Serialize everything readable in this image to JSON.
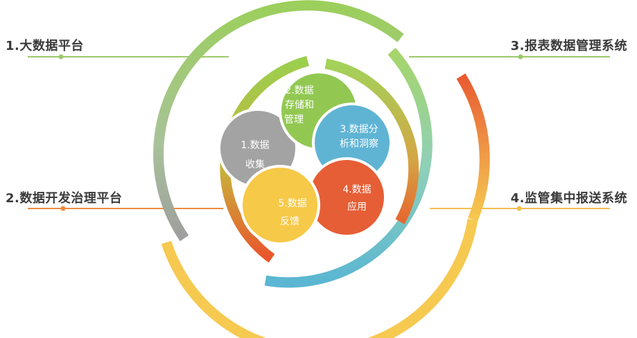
{
  "left_labels": [
    {
      "text": "1.大数据平台",
      "color": "#9cc86a"
    },
    {
      "text": "2.数据开发治理平台",
      "color": "#ec8a3e"
    }
  ],
  "right_labels": [
    {
      "text": "3.报表数据管理系统",
      "color": "#9cc86a"
    },
    {
      "text": "4.监管集中报送系统",
      "color": "#f2bf4e"
    }
  ],
  "petals": [
    {
      "line1": "1.数据",
      "line2": "收集",
      "line3": "",
      "color": "#a3a3a3"
    },
    {
      "line1": "2.数据",
      "line2": "存储和",
      "line3": "管理",
      "color": "#92c852"
    },
    {
      "line1": "3.数据分",
      "line2": "析和洞察",
      "line3": "",
      "color": "#5fb4d4"
    },
    {
      "line1": "4.数据",
      "line2": "应用",
      "line3": "",
      "color": "#e65e36"
    },
    {
      "line1": "5.数据",
      "line2": "反馈",
      "line3": "",
      "color": "#f7c948"
    }
  ]
}
